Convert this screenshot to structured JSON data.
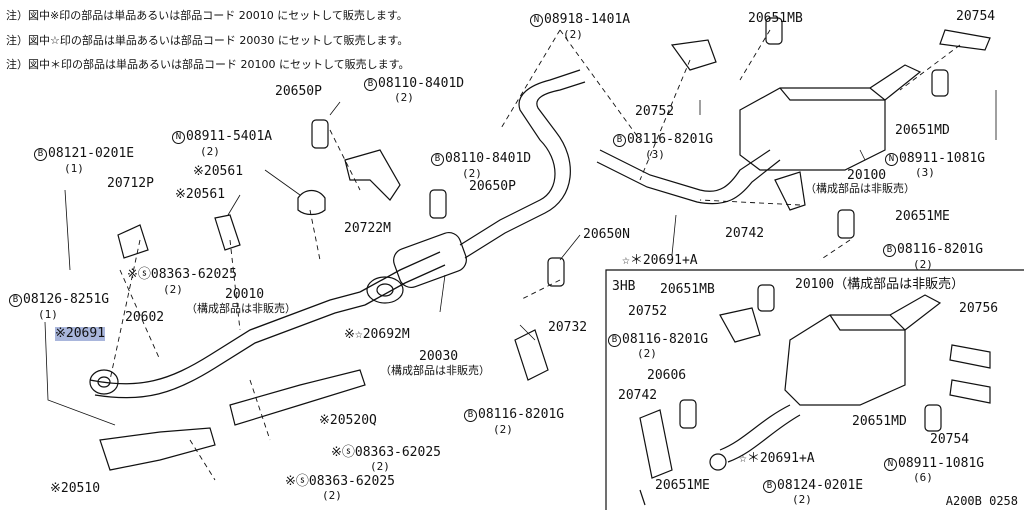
{
  "notes": [
    "注）図中※印の部品は単品あるいは部品コード 20010 にセットして販売します。",
    "注）図中☆印の部品は単品あるいは部品コード 20030 にセットして販売します。",
    "注）図中＊印の部品は単品あるいは部品コード 20100 にセットして販売します。"
  ],
  "labels": {
    "n08918": "08918-1401A",
    "n08918_q": "(2)",
    "p20651MB_top": "20651MB",
    "p20754_top": "20754",
    "b08110a": "08110-8401D",
    "b08110a_q": "(2)",
    "p20650P_a": "20650P",
    "n08911": "08911-5401A",
    "n08911_q": "(2)",
    "b08121": "08121-0201E",
    "b08121_q": "(1)",
    "p20561a": "※20561",
    "p20561b": "※20561",
    "p20712P": "20712P",
    "b08110b": "08110-8401D",
    "b08110b_q": "(2)",
    "p20650P_b": "20650P",
    "p20722M": "20722M",
    "p20752_top": "20752",
    "b08116_top": "08116-8201G",
    "b08116_top_q": "(3)",
    "p20651MD_top": "20651MD",
    "p20100": "20100",
    "p20100_sub": "（構成部品は非販売）",
    "n08911b": "08911-1081G",
    "n08911b_q": "(3)",
    "p20651ME_top": "20651ME",
    "p20742_top": "20742",
    "b08116_r": "08116-8201G",
    "b08116_r_q": "(2)",
    "p20650N": "20650N",
    "p20691A_top": "☆＊20691+A",
    "s08363a": "※ⓢ08363-62025",
    "s08363a_q": "(2)",
    "p20010": "20010",
    "p20010_sub": "（構成部品は非販売）",
    "b08126": "08126-8251G",
    "b08126_q": "(1)",
    "p20691": "※20691",
    "p20602": "20602",
    "p20692M": "※☆20692M",
    "p20732": "20732",
    "p20030": "20030",
    "p20030_sub": "（構成部品は非販売）",
    "p20520Q": "※20520Q",
    "b08116_bot": "08116-8201G",
    "b08116_bot_q": "(2)",
    "s08363b": "※ⓢ08363-62025",
    "s08363b_q": "(2)",
    "s08363c": "※ⓢ08363-62025",
    "s08363c_q": "(2)",
    "p20510": "※20510"
  },
  "inset": {
    "title": "3HB",
    "p20651MB": "20651MB",
    "p20100": "20100（構成部品は非販売）",
    "p20752": "20752",
    "p20756": "20756",
    "b08116": "08116-8201G",
    "b08116_q": "(2)",
    "p20606": "20606",
    "p20742": "20742",
    "p20651MD": "20651MD",
    "p20754": "20754",
    "n08911": "08911-1081G",
    "n08911_q": "(6)",
    "p20691A": "☆＊20691+A",
    "p20651ME": "20651ME",
    "b08124": "08124-0201E",
    "b08124_q": "(2)"
  },
  "diagram_code": "A200B 0258",
  "colors": {
    "line": "#111111",
    "highlight": "#a9b6dc"
  }
}
